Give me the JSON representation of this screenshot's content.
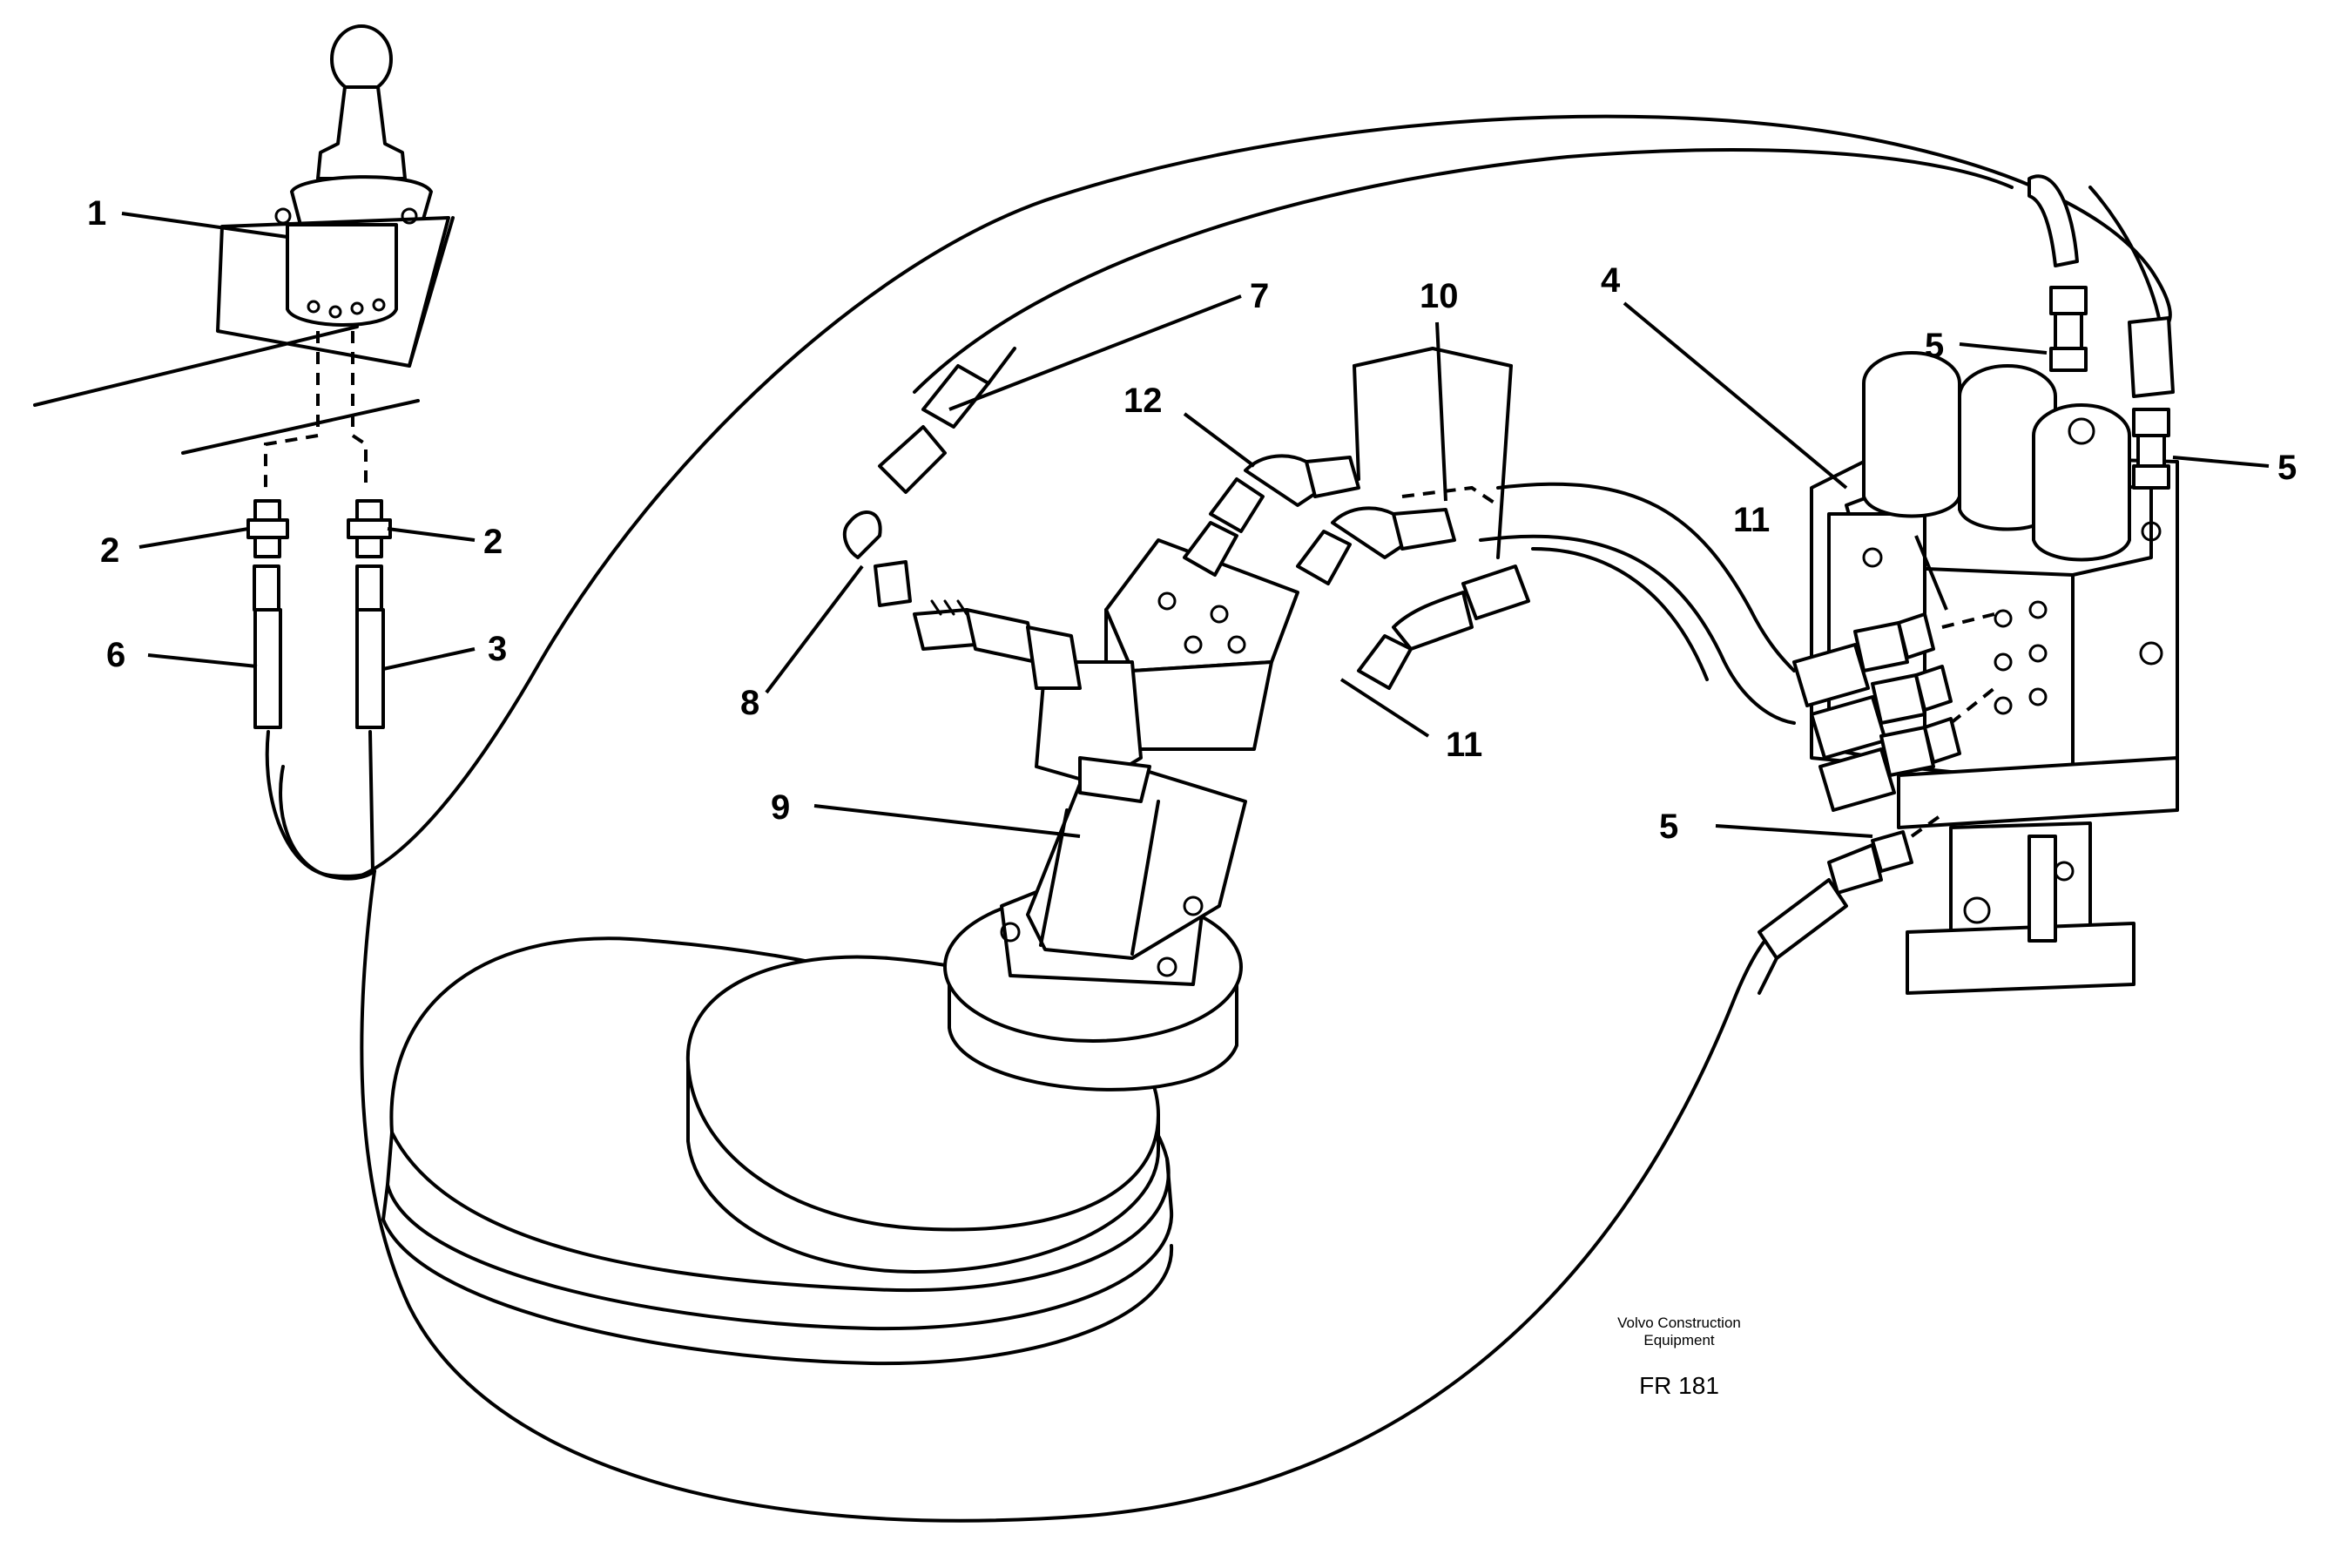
{
  "callouts": {
    "c1": "1",
    "c2a": "2",
    "c2b": "2",
    "c3": "3",
    "c4": "4",
    "c5a": "5",
    "c5b": "5",
    "c5c": "5",
    "c6": "6",
    "c7": "7",
    "c8": "8",
    "c9": "9",
    "c10": "10",
    "c11a": "11",
    "c11b": "11",
    "c12": "12"
  },
  "caption": {
    "manufacturer_line1": "Volvo Construction",
    "manufacturer_line2": "Equipment",
    "drawing_code": "FR 181"
  }
}
